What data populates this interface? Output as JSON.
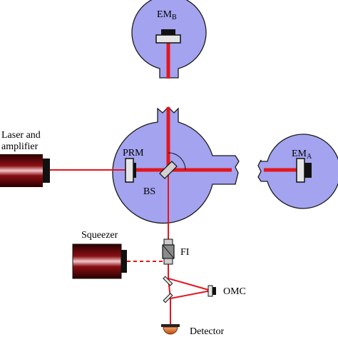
{
  "labels": {
    "emb_main": "EM",
    "emb_sub": "B",
    "ema_main": "EM",
    "ema_sub": "A",
    "laser_line1": "Laser and",
    "laser_line2": "amplifier",
    "prm": "PRM",
    "bs": "BS",
    "squeezer": "Squeezer",
    "fi": "FI",
    "omc": "OMC",
    "detector": "Detector"
  },
  "colors": {
    "chamber_fill": "#a3a3ef",
    "chamber_stroke": "#1a1a1a",
    "beam": "#e4161d",
    "mirror_fill": "#e6e6e6",
    "mount": "#111111",
    "detector": "#d4621c"
  }
}
